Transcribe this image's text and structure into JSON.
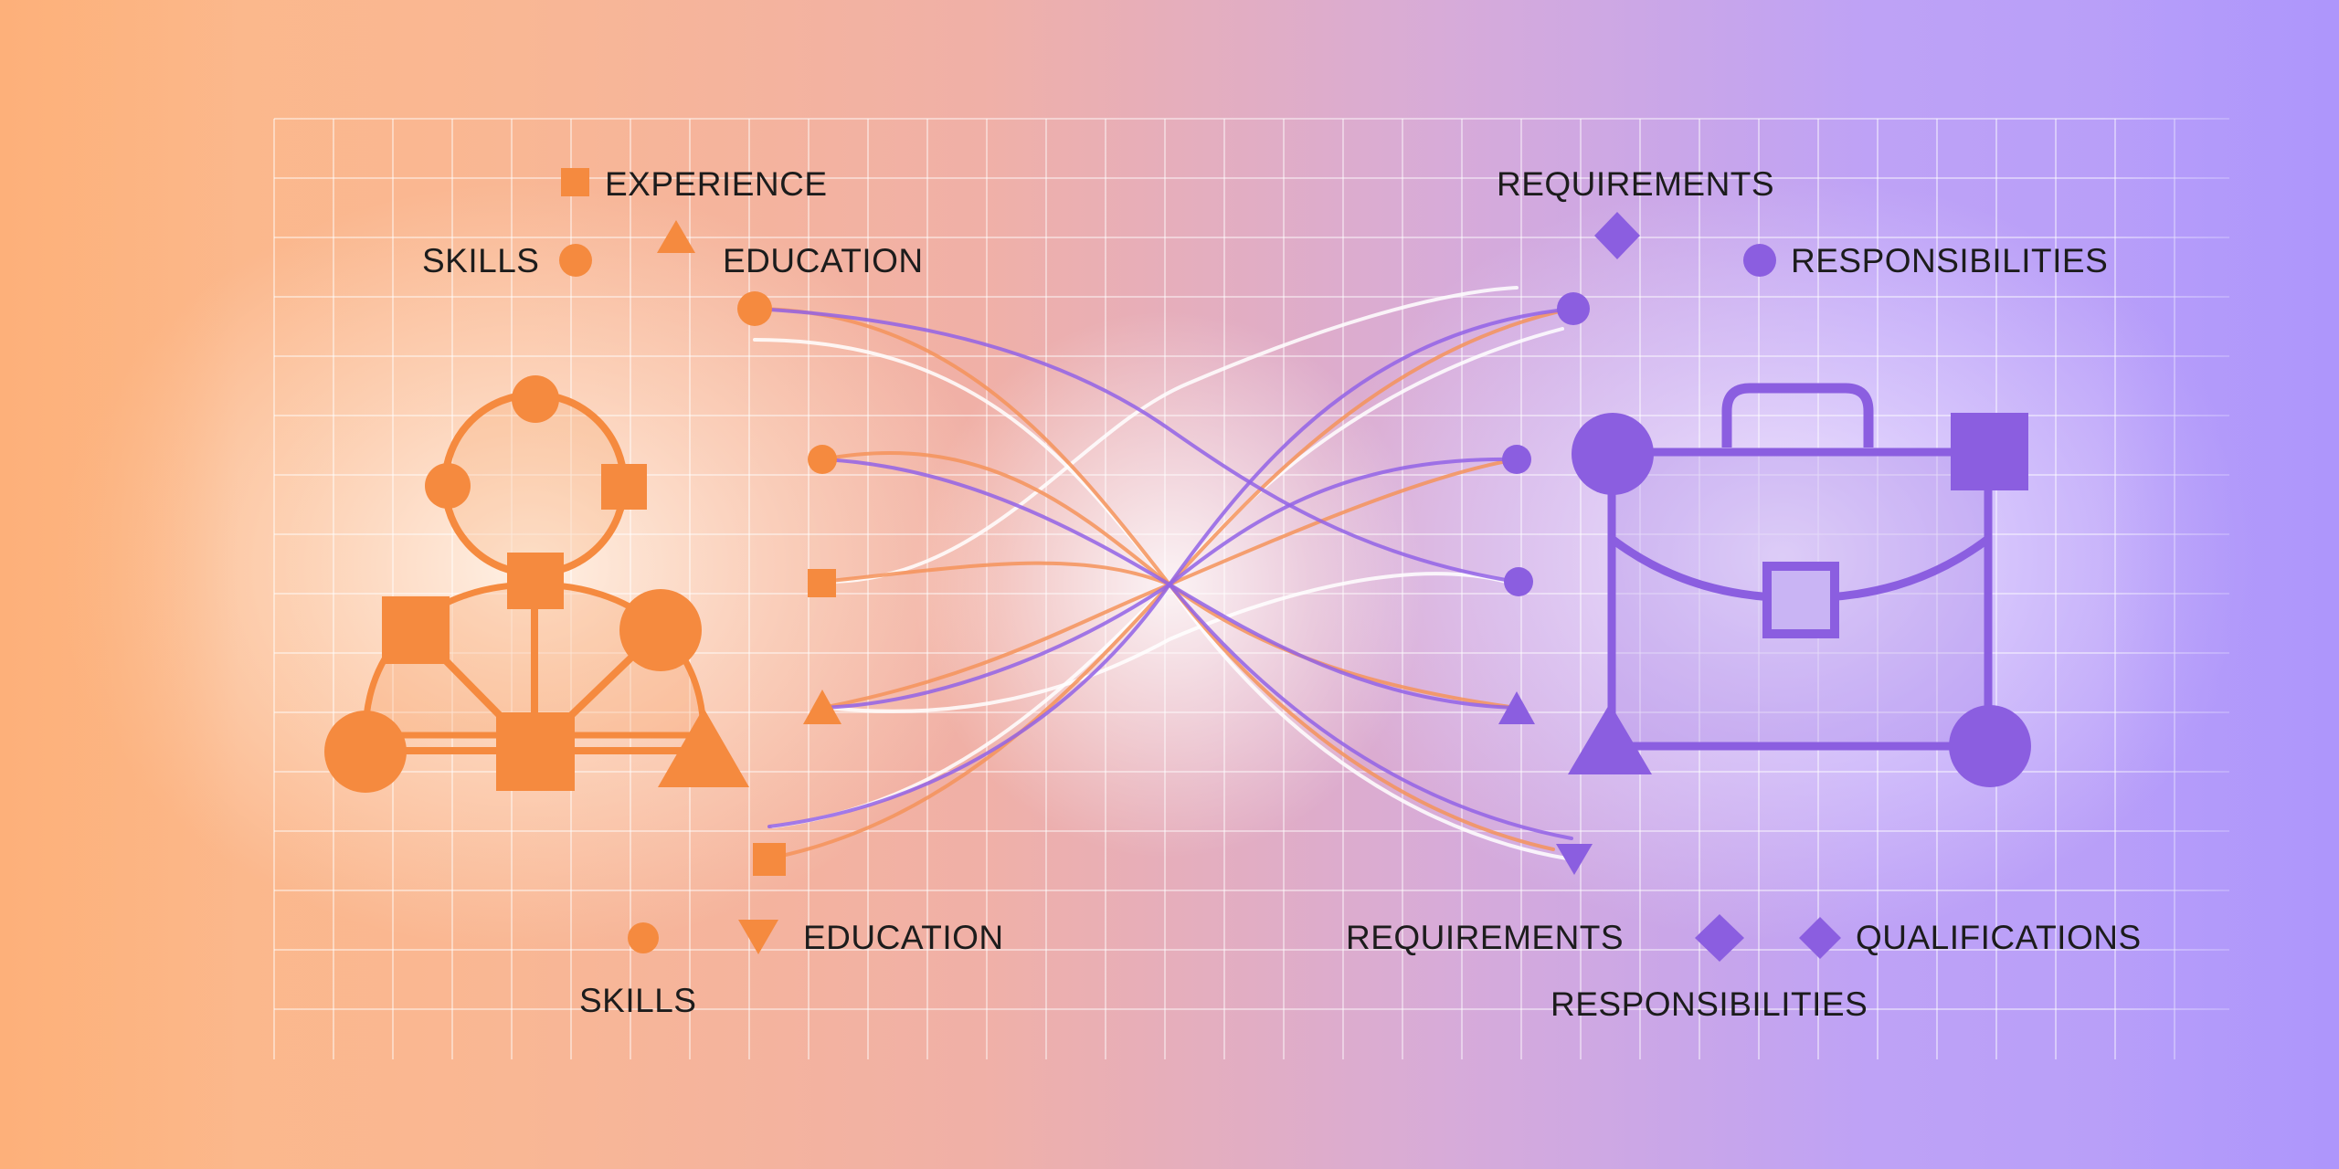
{
  "colors": {
    "candidate": "#f58a3f",
    "job": "#8b5ee0",
    "grid": "#ffffff"
  },
  "candidate_labels": {
    "experience": "EXPERIENCE",
    "skills_top": "SKILLS",
    "education_top": "EDUCATION",
    "skills_bottom": "SKILLS",
    "education_bottom": "EDUCATION"
  },
  "job_labels": {
    "requirements_top": "REQUIREMENTS",
    "responsibilities_top": "RESPONSIBILITIES",
    "requirements_bottom": "REQUIREMENTS",
    "qualifications": "QUALIFICATIONS",
    "responsibilities_bottom": "RESPONSIBILITIES"
  },
  "icons": {
    "candidate": "person-network-icon",
    "job": "briefcase-icon"
  }
}
